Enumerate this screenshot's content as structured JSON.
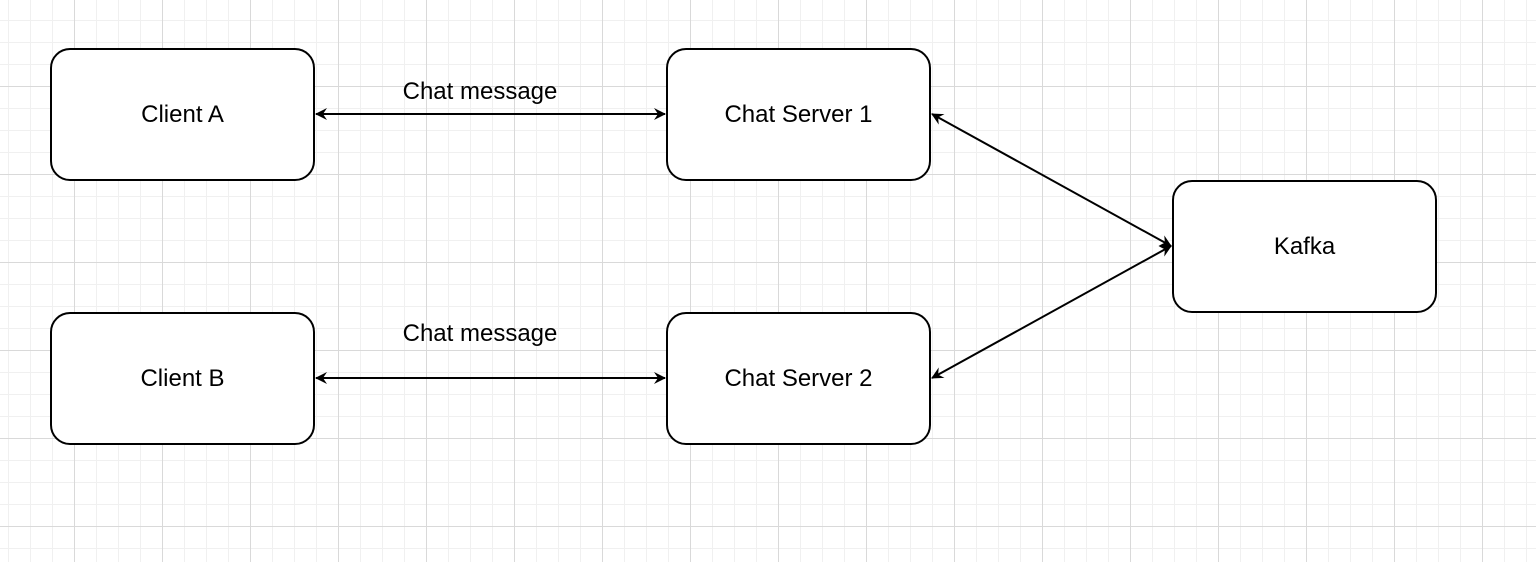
{
  "nodes": {
    "client_a": "Client A",
    "client_b": "Client B",
    "server_1": "Chat Server 1",
    "server_2": "Chat Server 2",
    "kafka": "Kafka"
  },
  "edges": [
    {
      "from": "Client A",
      "to": "Chat Server 1",
      "label": "Chat message",
      "direction": "bidirectional"
    },
    {
      "from": "Client B",
      "to": "Chat Server 2",
      "label": "Chat message",
      "direction": "bidirectional"
    },
    {
      "from": "Chat Server 1",
      "to": "Kafka",
      "label": "",
      "direction": "bidirectional"
    },
    {
      "from": "Chat Server 2",
      "to": "Kafka",
      "label": "",
      "direction": "bidirectional"
    }
  ]
}
